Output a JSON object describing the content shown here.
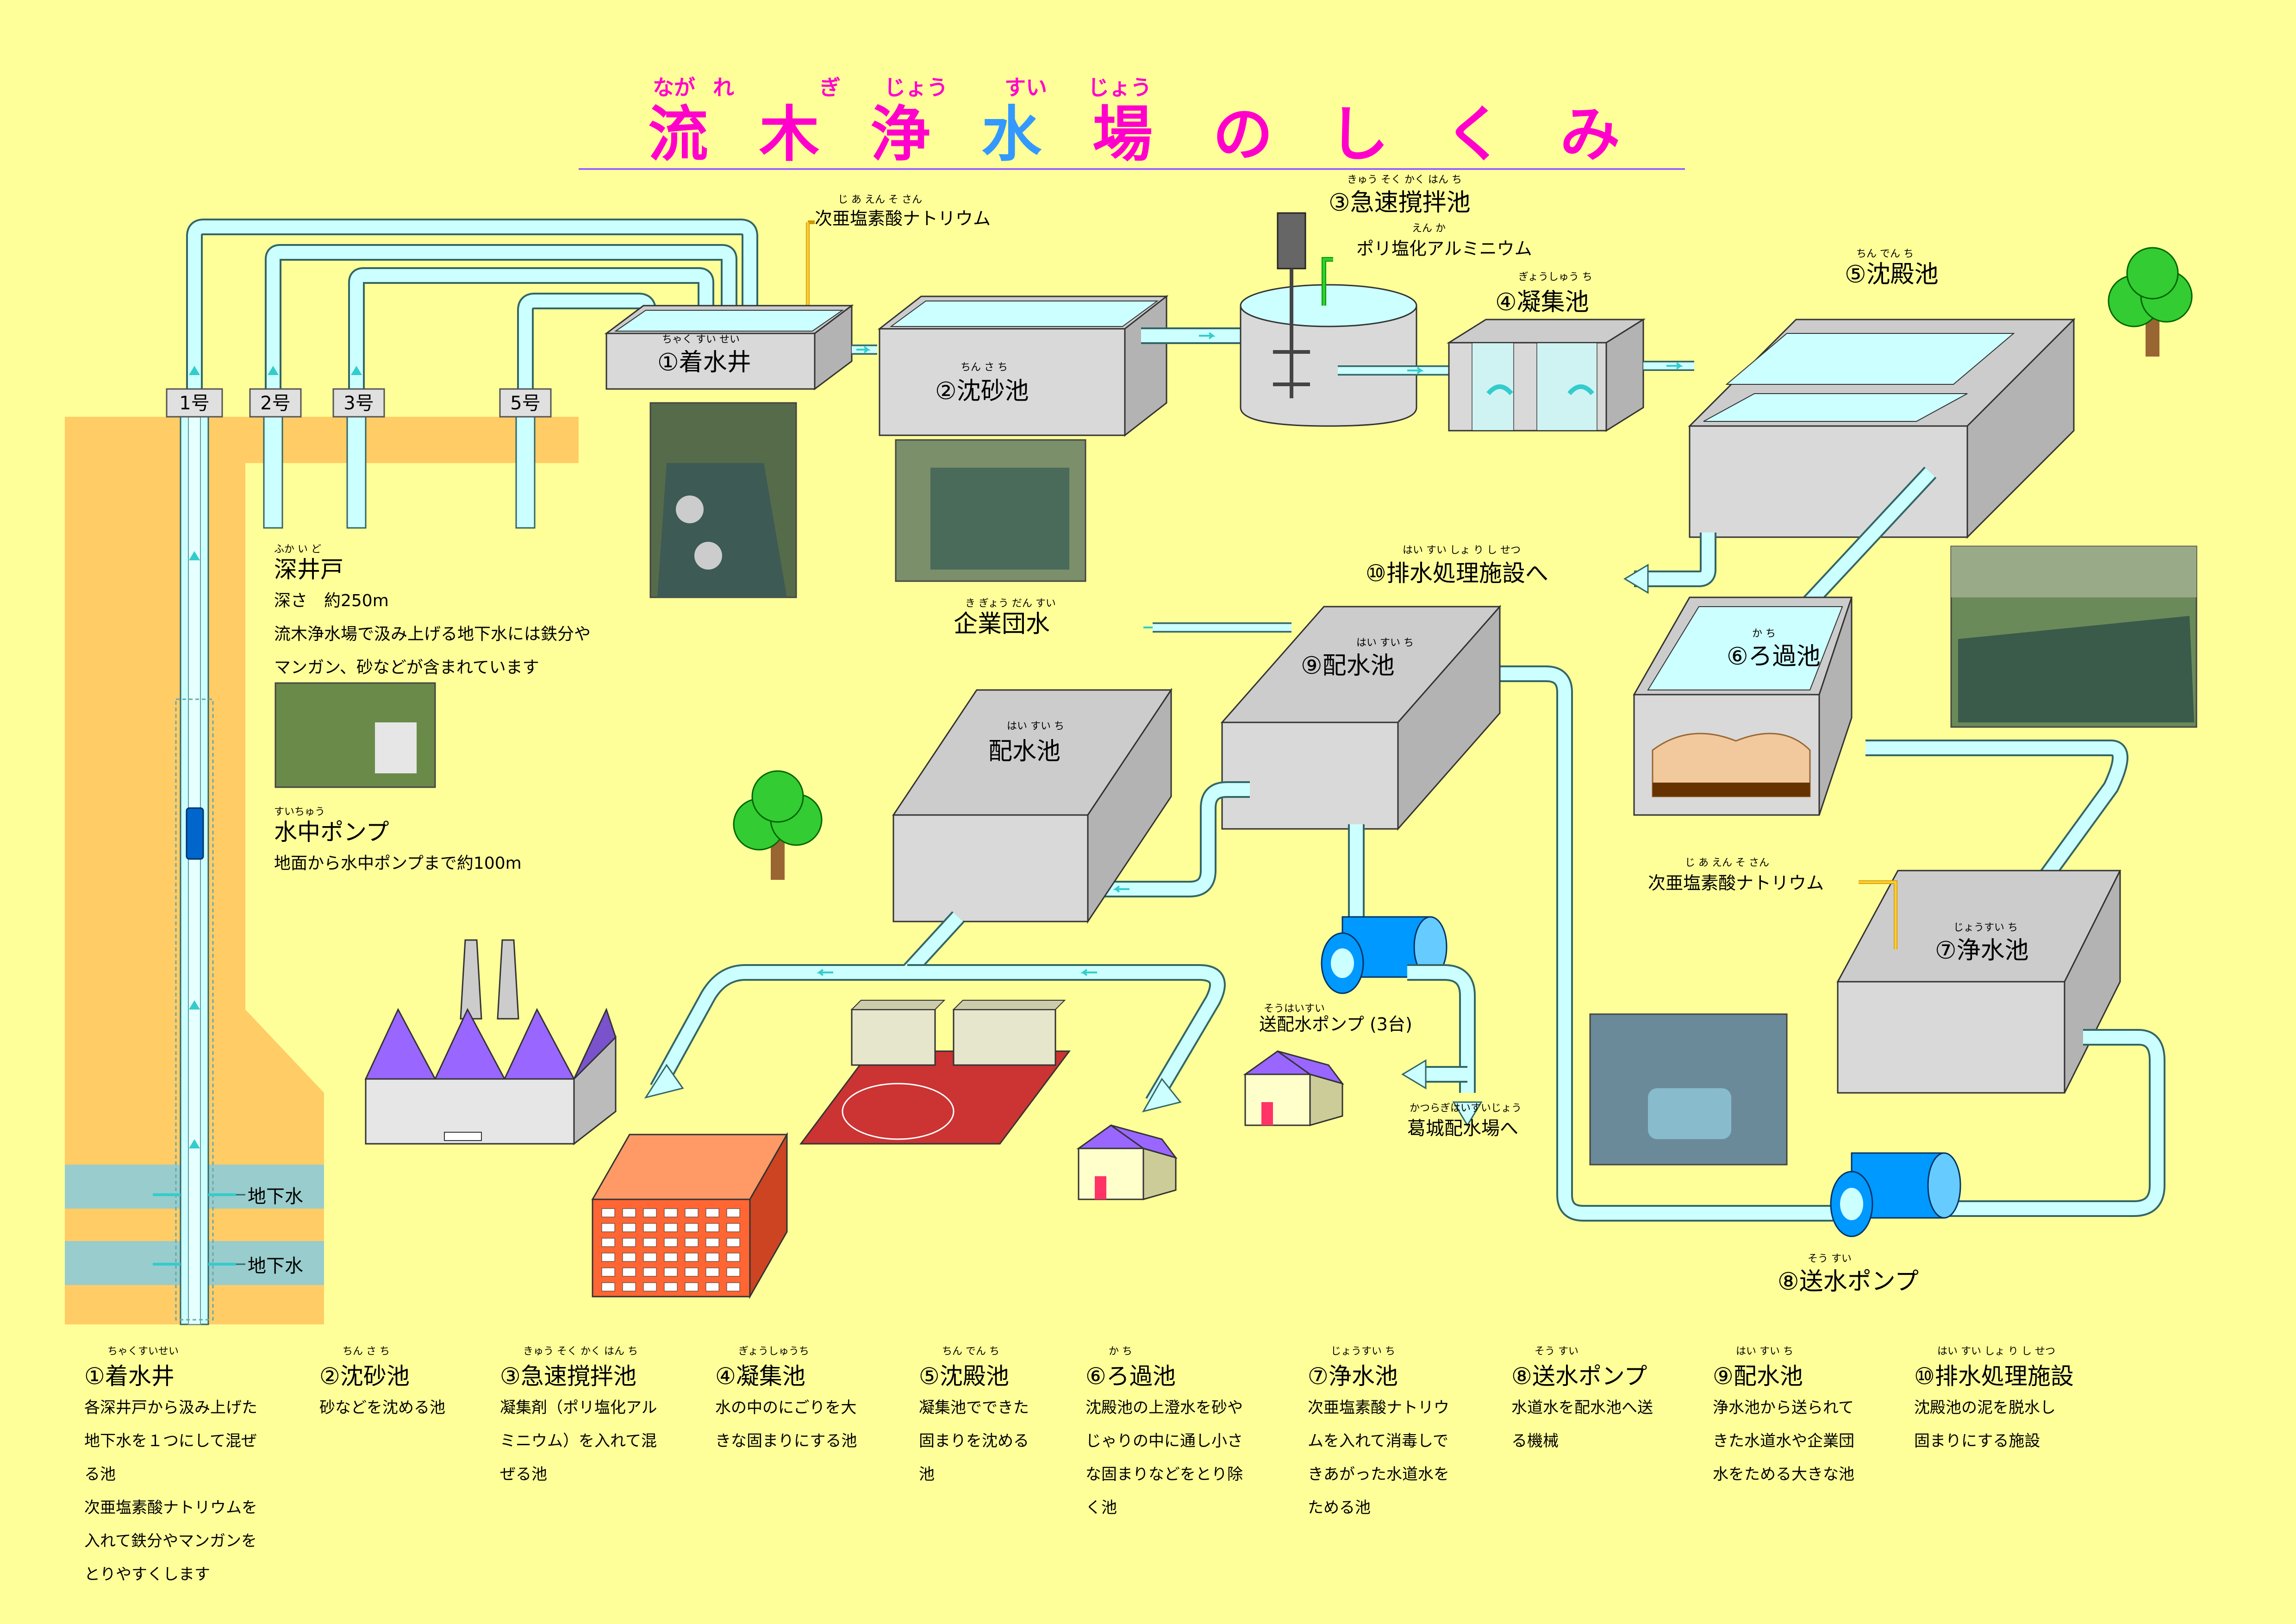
{
  "title": {
    "chars": [
      "流",
      "木",
      "浄",
      "水",
      "場",
      "の",
      "し",
      "く",
      "み"
    ],
    "colors": [
      "#ff00cc",
      "#ff00cc",
      "#ff00cc",
      "#3399ff",
      "#ff00cc",
      "#ff00cc",
      "#ff00cc",
      "#ff00cc",
      "#ff00cc"
    ],
    "ruby": [
      "なが",
      "れ",
      "ぎ",
      "じょう",
      "すい",
      "じょう"
    ]
  },
  "wells": [
    "1号",
    "2号",
    "3号",
    "5号"
  ],
  "ground_water": [
    "地下水",
    "地下水"
  ],
  "well_info": {
    "heading": "深井戸",
    "heading_ruby": "ふか い ど",
    "depth": "深さ　約250m",
    "desc1": "流木浄水場で汲み上げる地下水には鉄分や",
    "desc2": "マンガン、砂などが含まれています"
  },
  "pump_info": {
    "heading": "水中ポンプ",
    "heading_ruby": "すいちゅう",
    "desc": "地面から水中ポンプまで約100m"
  },
  "facilities": {
    "chakusui": "①着水井",
    "chakusui_ruby": "ちゃく すい せい",
    "chinsa": "②沈砂池",
    "chinsa_ruby": "ちん さ ち",
    "kyusoku": "③急速撹拌池",
    "kyusoku_ruby": "きゅう そく かく はん ち",
    "gyoshu": "④凝集池",
    "gyoshu_ruby": "ぎょうしゅう ち",
    "chinden": "⑤沈殿池",
    "chinden_ruby": "ちん でん ち",
    "roka": "⑥ろ過池",
    "roka_ruby": "か ち",
    "josui": "⑦浄水池",
    "josui_ruby": "じょうすい ち",
    "sosui": "⑧送水ポンプ",
    "sosui_ruby": "そう すい",
    "haisui": "⑨配水池",
    "haisui_ruby": "はい すい ち",
    "haisui2": "配水池",
    "haisui2_ruby": "はい すい ち",
    "shori": "⑩排水処理施設へ",
    "shori_ruby": "はい すい しょ り し せつ"
  },
  "chemicals": {
    "naoc1": "次亜塩素酸ナトリウム",
    "naoc1_ruby": "じ あ えん そ さん",
    "pac": "ポリ塩化アルミニウム",
    "pac_ruby": "えん か",
    "naoc2": "次亜塩素酸ナトリウム",
    "naoc2_ruby": "じ あ えん そ さん"
  },
  "other": {
    "kigyo": "企業団水",
    "kigyo_ruby": "き ぎょう だん すい",
    "sohai_pump": "送配水ポンプ (3台)",
    "sohai_ruby": "そうはいすい",
    "katsuragi": "葛城配水場へ",
    "katsuragi_ruby": "かつらぎはいすいじょう"
  },
  "legend": [
    {
      "head": "①着水井",
      "ruby": "ちゃくすいせい",
      "lines": [
        "各深井戸から汲み上げた",
        "地下水を１つにして混ぜ",
        "る池",
        "次亜塩素酸ナトリウムを",
        "入れて鉄分やマンガンを",
        "とりやすくします"
      ]
    },
    {
      "head": "②沈砂池",
      "ruby": "ちん さ ち",
      "lines": [
        "砂などを沈める池"
      ]
    },
    {
      "head": "③急速撹拌池",
      "ruby": "きゅう そく かく はん ち",
      "lines": [
        "凝集剤（ポリ塩化アル",
        "ミニウム）を入れて混",
        "ぜる池"
      ]
    },
    {
      "head": "④凝集池",
      "ruby": "ぎょうしゅうち",
      "lines": [
        "水の中のにごりを大",
        "きな固まりにする池"
      ]
    },
    {
      "head": "⑤沈殿池",
      "ruby": "ちん でん ち",
      "lines": [
        "凝集池でできた",
        "固まりを沈める",
        "池"
      ]
    },
    {
      "head": "⑥ろ過池",
      "ruby": "か ち",
      "lines": [
        "沈殿池の上澄水を砂や",
        "じゃりの中に通し小さ",
        "な固まりなどをとり除",
        "く池"
      ]
    },
    {
      "head": "⑦浄水池",
      "ruby": "じょうすい ち",
      "lines": [
        "次亜塩素酸ナトリウ",
        "ムを入れて消毒しで",
        "きあがった水道水を",
        "ためる池"
      ]
    },
    {
      "head": "⑧送水ポンプ",
      "ruby": "そう すい",
      "lines": [
        "水道水を配水池へ送",
        "る機械"
      ]
    },
    {
      "head": "⑨配水池",
      "ruby": "はい すい ち",
      "lines": [
        "浄水池から送られて",
        "きた水道水や企業団",
        "水をためる大きな池"
      ]
    },
    {
      "head": "⑩排水処理施設",
      "ruby": "はい すい しょ り し せつ",
      "lines": [
        "沈殿池の泥を脱水し",
        "固まりにする施設"
      ]
    }
  ],
  "colors": {
    "background": "#ffff99",
    "pipe": "#ccffff",
    "pipe_stroke": "#336666",
    "tank": "#d9d9d9",
    "tank_top": "#cccccc",
    "water": "#ccffff",
    "ground": "#ffcc66",
    "groundwater": "#99cccc",
    "pump": "#0099ff",
    "factory": "#9966ff",
    "building": "#ff6633",
    "tree": "#33cc33"
  }
}
